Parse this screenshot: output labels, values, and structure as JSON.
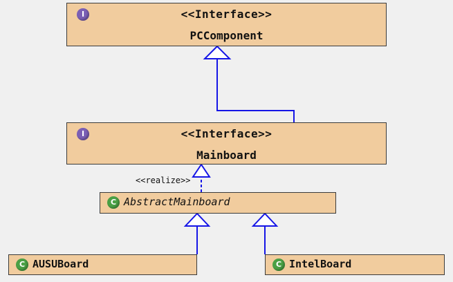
{
  "diagram": {
    "nodes": {
      "pccomponent": {
        "stereotype": "<<Interface>>",
        "name": "PCComponent",
        "badge": "I"
      },
      "mainboard": {
        "stereotype": "<<Interface>>",
        "name": "Mainboard",
        "badge": "I"
      },
      "abstractmainboard": {
        "name": "AbstractMainboard",
        "badge": "C"
      },
      "ausuboard": {
        "name": "AUSUBoard",
        "badge": "C"
      },
      "intelboard": {
        "name": "IntelBoard",
        "badge": "C"
      }
    },
    "relation_label": "<<realize>>",
    "colors": {
      "node_fill": "#f1cc9e",
      "edge": "#1515e6",
      "interface_badge": "#7b5fb4",
      "class_badge": "#4aa045",
      "background": "#f0f0f0"
    }
  }
}
